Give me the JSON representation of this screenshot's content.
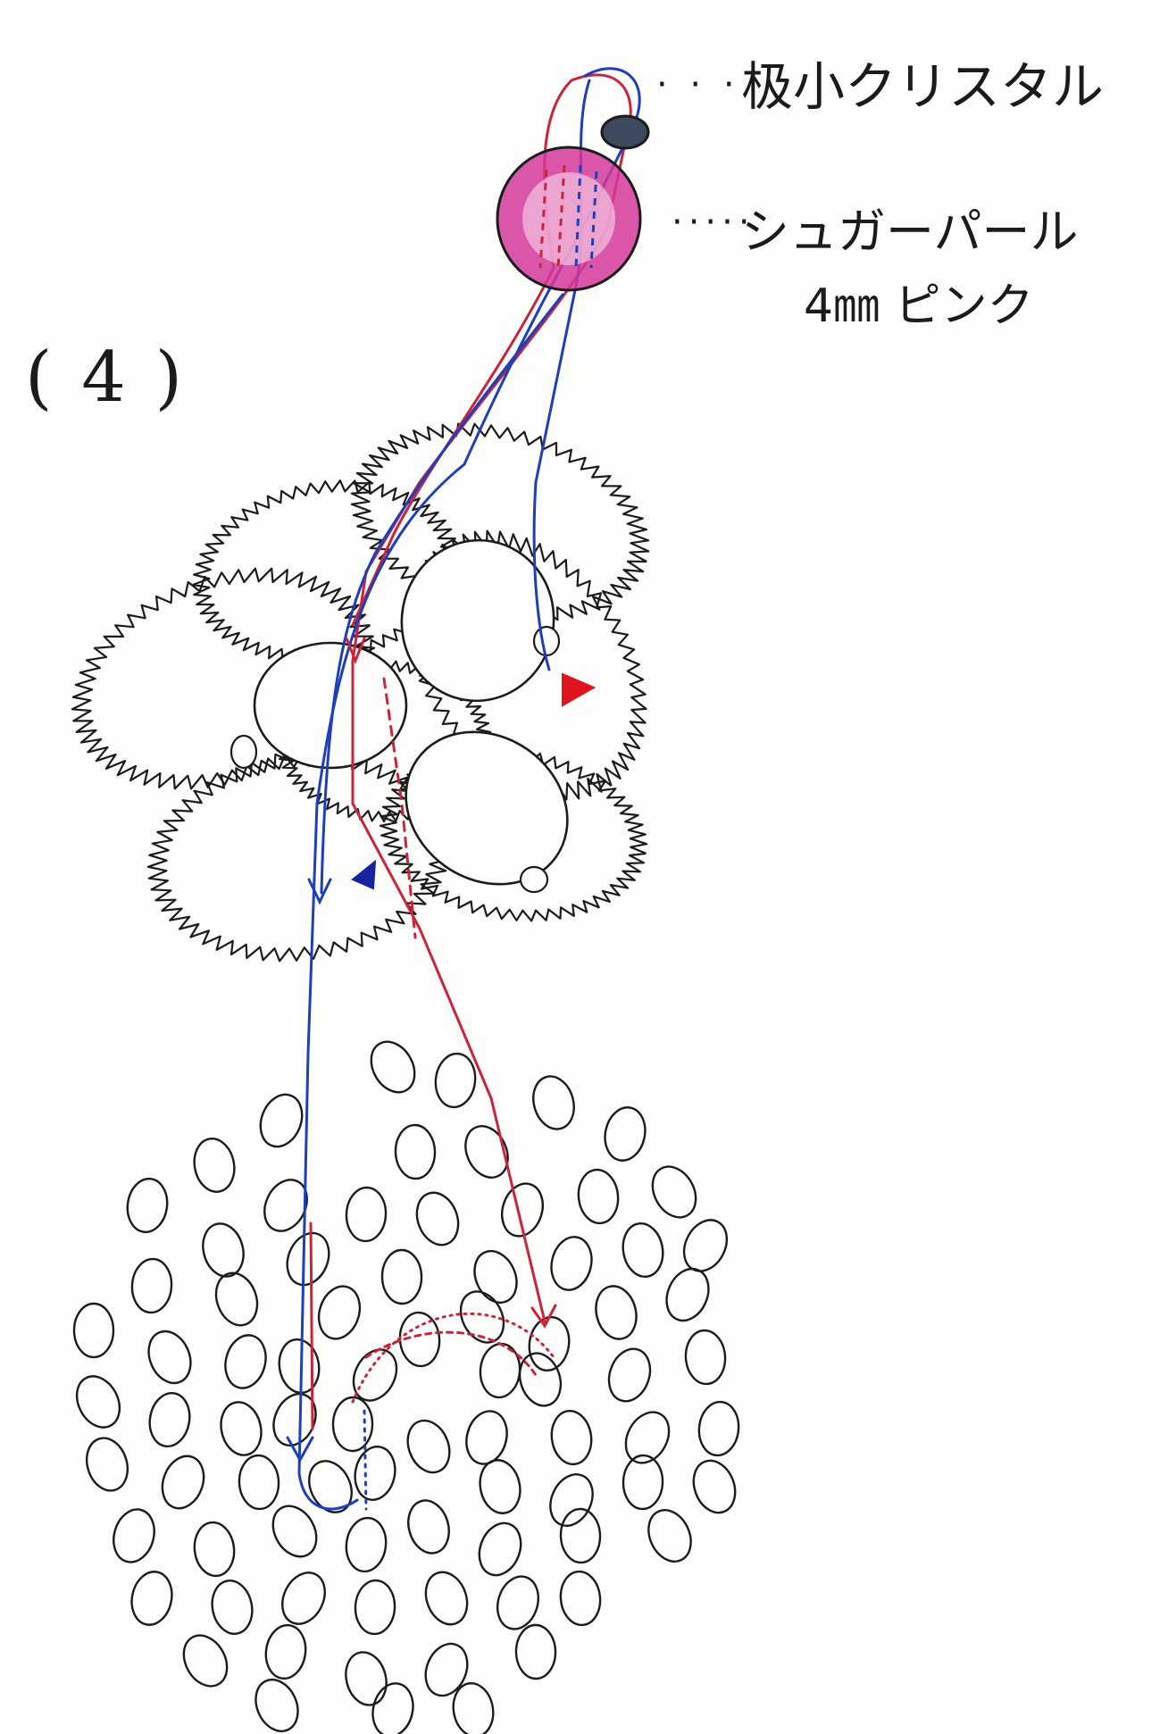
{
  "step": {
    "label": "( 4 )"
  },
  "callouts": {
    "crystal": {
      "text": "极小クリスタル",
      "leader": "· · ·"
    },
    "pearl": {
      "text": "シュガーパール",
      "spec": "4㎜ ピンク",
      "leader": "·····"
    }
  },
  "colors": {
    "ink": "#1b1b1b",
    "thread_red": "#c8243c",
    "thread_blue": "#1f3fb8",
    "pearl_fill": "#d2389a",
    "arrow_red": "#e0141e",
    "arrow_blue": "#17249e"
  }
}
